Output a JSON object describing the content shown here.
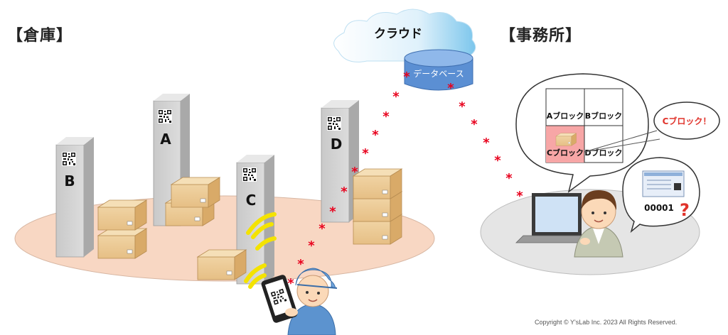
{
  "headings": {
    "warehouse": "【倉庫】",
    "office": "【事務所】"
  },
  "cloud": {
    "label": "クラウド",
    "database_label": "データベース"
  },
  "pillars": {
    "a": "A",
    "b": "B",
    "c": "C",
    "d": "D"
  },
  "office_grid": {
    "cells": [
      "Aブロック",
      "Bブロック",
      "Cブロック",
      "Dブロック"
    ],
    "highlight_color": "#f7a6a6"
  },
  "speech_bubble": {
    "text": "Cブロック！"
  },
  "thought_bubble": {
    "code": "00001",
    "mark": "?"
  },
  "copyright": "Copyright © Y'sLab Inc. 2023 All Rights Reserved.",
  "colors": {
    "data_link": "#e8001c",
    "wifi": "#f4e300",
    "cloud": "#7cc6ec",
    "database": "#5b8fd3",
    "floor": "#f8d7c3"
  }
}
